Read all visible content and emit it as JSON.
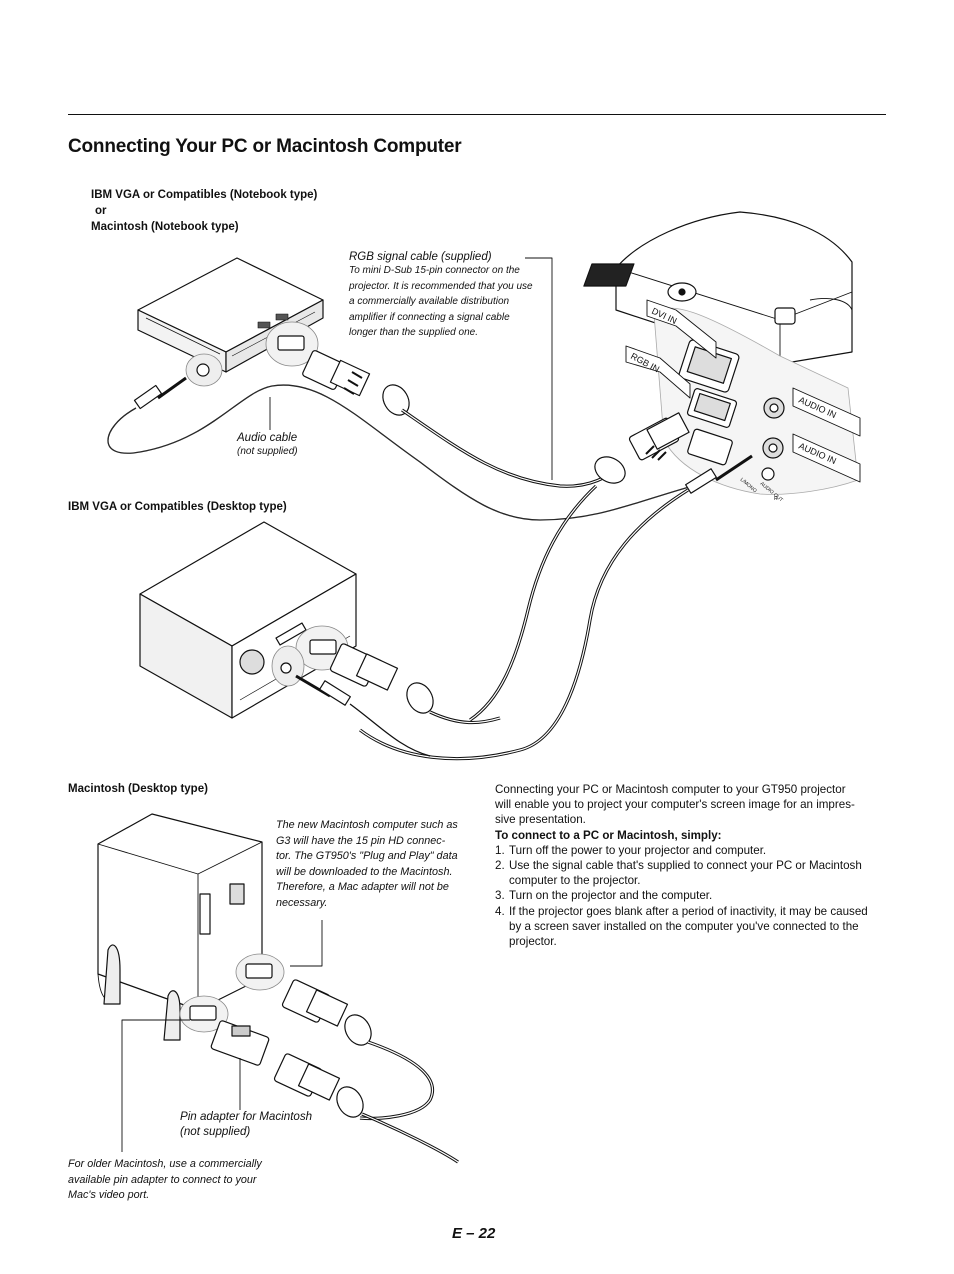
{
  "section_title": "Connecting Your PC or Macintosh Computer",
  "notebook_heading": {
    "line1": "IBM VGA or Compatibles (Notebook type)",
    "line2": "or",
    "line3": "Macintosh (Notebook type)"
  },
  "rgb_cable": {
    "title": "RGB signal cable (supplied)",
    "lines": [
      "To mini D-Sub 15-pin connector on the",
      "projector. It is recommended that you use",
      "a commercially available distribution",
      "amplifier if connecting a signal cable",
      "longer than the supplied one."
    ]
  },
  "audio_cable": {
    "title": "Audio cable",
    "note": "(not supplied)"
  },
  "projector_ports": {
    "dvi_in": "DVI IN",
    "rgb_in": "RGB IN",
    "audio_in_1": "AUDIO IN",
    "audio_in_2": "AUDIO IN",
    "audio_out": "AUDIO OUT",
    "l_mono": "L/MONO",
    "r": "R"
  },
  "desktop_heading": "IBM VGA or Compatibles (Desktop type)",
  "mac_desktop_heading": "Macintosh (Desktop type)",
  "mac_note": {
    "lines": [
      "The new Macintosh computer such as",
      "G3 will have the 15 pin HD connec-",
      "tor. The GT950's \"Plug and Play\" data",
      "will be downloaded to the Macintosh.",
      "Therefore, a Mac adapter will not be",
      "necessary."
    ]
  },
  "pin_adapter": {
    "line1": "Pin adapter for Macintosh",
    "line2": "(not supplied)"
  },
  "older_mac_note": {
    "lines": [
      "For older Macintosh, use a commercially",
      "available pin adapter to connect to your",
      "Mac's video port."
    ]
  },
  "body": {
    "intro_lines": [
      "Connecting your PC or Macintosh computer to your GT950 projector",
      "will enable you to project your computer's screen image for an impres-",
      "sive presentation."
    ],
    "steps_heading": "To connect to a PC or Macintosh, simply:",
    "steps": [
      {
        "num": "1.",
        "lines": [
          "Turn off the power to your projector and computer."
        ]
      },
      {
        "num": "2.",
        "lines": [
          "Use the signal cable that's supplied to connect your PC or Macintosh",
          "computer to the projector."
        ]
      },
      {
        "num": "3.",
        "lines": [
          "Turn on the projector and the computer."
        ]
      },
      {
        "num": "4.",
        "lines": [
          "If the projector goes blank after a period of inactivity, it may be caused",
          "by a screen saver installed on the computer you've connected to the",
          "projector."
        ]
      }
    ]
  },
  "page_number": "E – 22"
}
